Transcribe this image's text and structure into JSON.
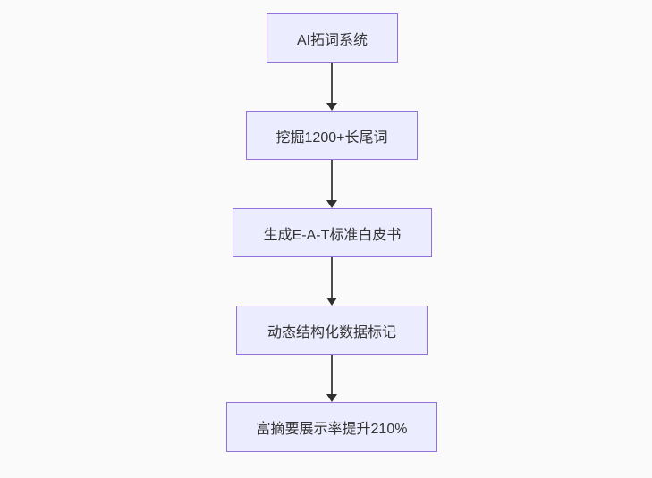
{
  "page": {
    "background": "#fafafa"
  },
  "flowchart": {
    "type": "flowchart-top-down",
    "node_fill": "#ececff",
    "node_border": "#9370db",
    "text_color": "#333333",
    "edge_line_color": "#4d4d4d",
    "arrowhead_color": "#2f2f2f",
    "nodes": [
      {
        "label": "AI拓词系统"
      },
      {
        "label": "挖掘1200+长尾词"
      },
      {
        "label": "生成E-A-T标准白皮书"
      },
      {
        "label": "动态结构化数据标记"
      },
      {
        "label": "富摘要展示率提升210%"
      }
    ],
    "edges": [
      {
        "from": 0,
        "to": 1
      },
      {
        "from": 1,
        "to": 2
      },
      {
        "from": 2,
        "to": 3
      },
      {
        "from": 3,
        "to": 4
      }
    ]
  }
}
